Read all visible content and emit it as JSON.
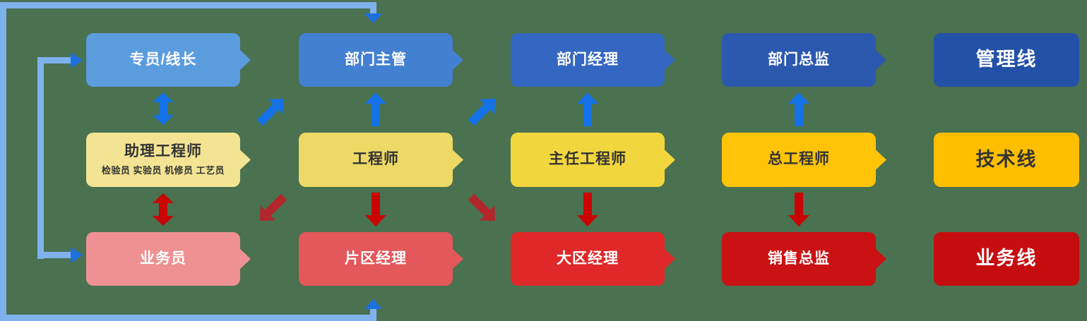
{
  "background": "#4A7150",
  "colors": {
    "loop_line": "#7FB2EC",
    "loop_arrowhead": "#1E70E0",
    "arrow_blue": "#1471E8",
    "arrow_red": "#C80404",
    "arrow_red_diagonal": "#B2262C",
    "text_light": "#FFFFFF",
    "text_dark": "#333333"
  },
  "management_row": {
    "boxes": [
      {
        "label": "专员/线长",
        "color": "#5B9CDF"
      },
      {
        "label": "部门主管",
        "color": "#4380D2"
      },
      {
        "label": "部门经理",
        "color": "#3467C1"
      },
      {
        "label": "部门总监",
        "color": "#2C58B0"
      }
    ],
    "track_label": {
      "label": "管理线",
      "color": "#2351A8"
    }
  },
  "technical_row": {
    "boxes": [
      {
        "label": "助理工程师",
        "sublabel": "检验员 实验员 机修员 工艺员",
        "color": "#F3E493"
      },
      {
        "label": "工程师",
        "color": "#EDD966"
      },
      {
        "label": "主任工程师",
        "color": "#F2D63E"
      },
      {
        "label": "总工程师",
        "color": "#FFC408"
      }
    ],
    "track_label": {
      "label": "技术线",
      "color": "#FFBF00"
    }
  },
  "business_row": {
    "boxes": [
      {
        "label": "业务员",
        "color": "#EF9092"
      },
      {
        "label": "片区经理",
        "color": "#E4575A"
      },
      {
        "label": "大区经理",
        "color": "#E02828"
      },
      {
        "label": "销售总监",
        "color": "#CA1113"
      }
    ],
    "track_label": {
      "label": "业务线",
      "color": "#C50D10"
    }
  },
  "connections": [
    {
      "from": "助理工程师",
      "to": "专员/线长",
      "style": "vertical-double-arrow",
      "color": "blue"
    },
    {
      "from": "助理工程师",
      "to": "业务员",
      "style": "vertical-double-arrow",
      "color": "red"
    },
    {
      "from": "工程师",
      "to": "部门主管",
      "style": "vertical-up-arrow",
      "color": "blue"
    },
    {
      "from": "主任工程师",
      "to": "部门经理",
      "style": "vertical-up-arrow",
      "color": "blue"
    },
    {
      "from": "总工程师",
      "to": "部门总监",
      "style": "vertical-up-arrow",
      "color": "blue"
    },
    {
      "from": "工程师",
      "to": "片区经理",
      "style": "vertical-down-arrow",
      "color": "red"
    },
    {
      "from": "主任工程师",
      "to": "大区经理",
      "style": "vertical-down-arrow",
      "color": "red"
    },
    {
      "from": "总工程师",
      "to": "销售总监",
      "style": "vertical-down-arrow",
      "color": "red"
    },
    {
      "from": "助理工程师",
      "to": "部门主管",
      "style": "diagonal-up-right-arrow",
      "color": "blue"
    },
    {
      "from": "工程师",
      "to": "部门经理",
      "style": "diagonal-up-right-arrow",
      "color": "blue"
    },
    {
      "from": "工程师",
      "to": "业务员",
      "style": "diagonal-down-left-arrow",
      "color": "dark-red"
    },
    {
      "from": "工程师",
      "to": "大区经理",
      "style": "diagonal-down-right-arrow",
      "color": "dark-red"
    },
    {
      "from": "业务员",
      "to": "专员/线长",
      "style": "inner-bracket-both-arrowheads",
      "color": "light-blue"
    },
    {
      "from": "片区经理",
      "to": "部门主管",
      "style": "outer-loop-both-arrowheads",
      "color": "light-blue"
    }
  ]
}
